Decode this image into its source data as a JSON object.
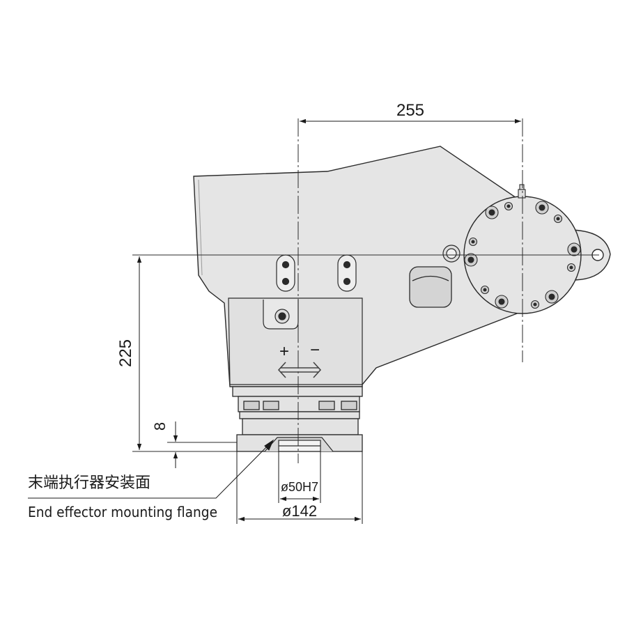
{
  "dimensions": {
    "width_255": "255",
    "height_225": "225",
    "flange_8": "8",
    "bore": "ø50H7",
    "flange_diameter": "ø142"
  },
  "labels": {
    "flange_cn": "末端执行器安装面",
    "flange_en": "End effector mounting flange"
  },
  "markings": {
    "plus": "+",
    "minus": "−"
  },
  "colors": {
    "body": "#e5e5e5",
    "line": "#2a2a2a",
    "shade": "#cfcfcf"
  }
}
